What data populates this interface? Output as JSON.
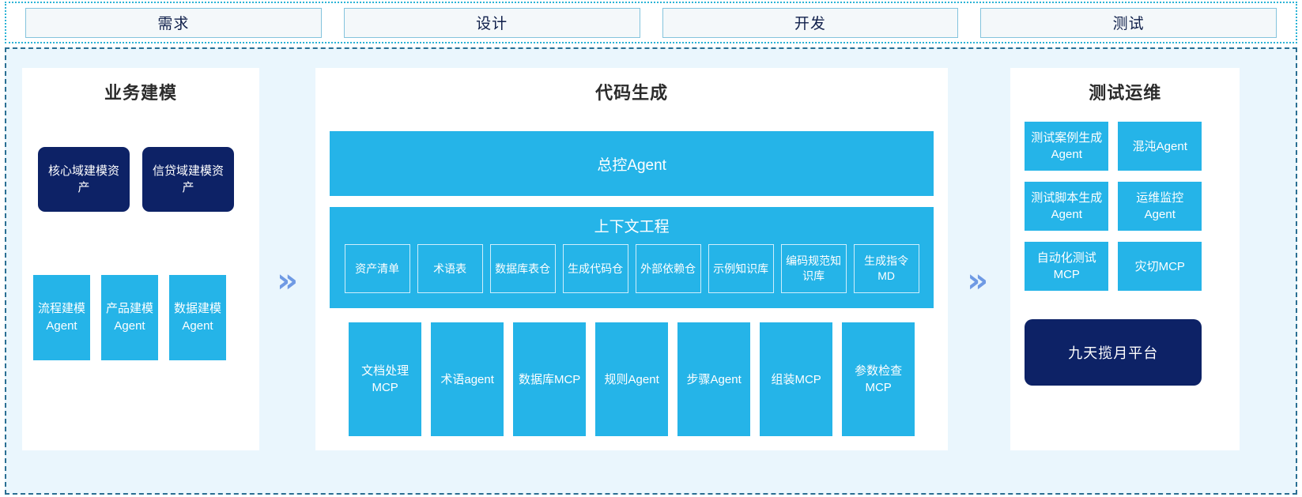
{
  "phases": [
    {
      "label": "需求"
    },
    {
      "label": "设计"
    },
    {
      "label": "开发"
    },
    {
      "label": "测试"
    }
  ],
  "colors": {
    "accent_blue": "#25b4e8",
    "navy": "#0d2266",
    "chevron": "#6f9ae4",
    "panel_bg": "#ffffff",
    "canvas_bg": "#eaf6fd",
    "phase_border": "#84c4dd",
    "phase_fill": "#f4f8fa"
  },
  "chevrons": [
    {
      "glyph": "»"
    },
    {
      "glyph": "»"
    }
  ],
  "left_panel": {
    "title": "业务建模",
    "assets": [
      {
        "label": "核心域建模资产"
      },
      {
        "label": "信贷域建模资产"
      }
    ],
    "agents": [
      {
        "label": "流程建模Agent"
      },
      {
        "label": "产品建模Agent"
      },
      {
        "label": "数据建模Agent"
      }
    ]
  },
  "center_panel": {
    "title": "代码生成",
    "master_agent": "总控Agent",
    "context": {
      "title": "上下文工程",
      "items": [
        {
          "label": "资产清单"
        },
        {
          "label": "术语表"
        },
        {
          "label": "数据库表仓"
        },
        {
          "label": "生成代码仓"
        },
        {
          "label": "外部依赖仓"
        },
        {
          "label": "示例知识库"
        },
        {
          "label": "编码规范知识库"
        },
        {
          "label": "生成指令MD"
        }
      ]
    },
    "tools": [
      {
        "label": "文档处理MCP"
      },
      {
        "label": "术语agent"
      },
      {
        "label": "数据库MCP"
      },
      {
        "label": "规则Agent"
      },
      {
        "label": "步骤Agent"
      },
      {
        "label": "组装MCP"
      },
      {
        "label": "参数检查MCP"
      }
    ]
  },
  "right_panel": {
    "title": "测试运维",
    "items": [
      {
        "label": "测试案例生成Agent"
      },
      {
        "label": "混沌Agent"
      },
      {
        "label": "测试脚本生成Agent"
      },
      {
        "label": "运维监控Agent"
      },
      {
        "label": "自动化测试MCP"
      },
      {
        "label": "灾切MCP"
      }
    ],
    "platform": "九天揽月平台"
  }
}
